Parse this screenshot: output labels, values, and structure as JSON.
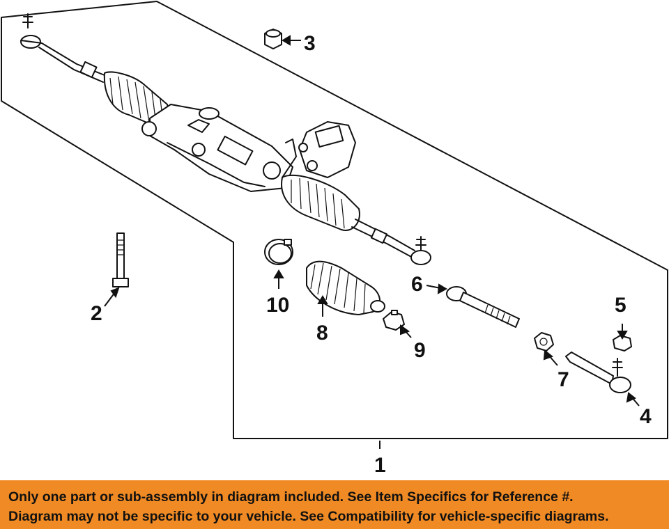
{
  "callouts": {
    "c1": "1",
    "c2": "2",
    "c3": "3",
    "c4": "4",
    "c5": "5",
    "c6": "6",
    "c7": "7",
    "c8": "8",
    "c9": "9",
    "c10": "10"
  },
  "notice": {
    "line1": "Only one part or sub-assembly in diagram included. See Item Specifics for Reference #.",
    "line2": "Diagram may not be specific to your vehicle. See Compatibility for vehicle-specific diagrams.",
    "background": "#f08a24"
  }
}
